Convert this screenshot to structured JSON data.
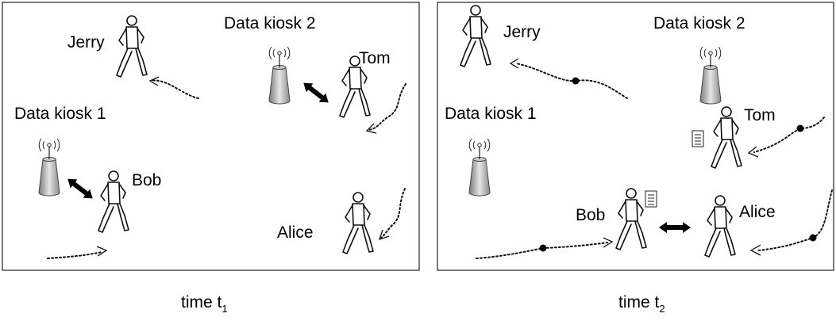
{
  "panels": [
    {
      "caption_main": "time t",
      "caption_sub": "1",
      "labels": {
        "kiosk1": "Data kiosk 1",
        "kiosk2": "Data kiosk 2",
        "jerry": "Jerry",
        "tom": "Tom",
        "bob": "Bob",
        "alice": "Alice"
      }
    },
    {
      "caption_main": "time t",
      "caption_sub": "2",
      "labels": {
        "kiosk1": "Data kiosk 1",
        "kiosk2": "Data kiosk 2",
        "jerry": "Jerry",
        "tom": "Tom",
        "bob": "Bob",
        "alice": "Alice"
      }
    }
  ],
  "icons": [
    "person-walking-icon",
    "antenna-kiosk-icon",
    "document-icon",
    "double-headed-arrow-icon",
    "dotted-trajectory-icon"
  ]
}
